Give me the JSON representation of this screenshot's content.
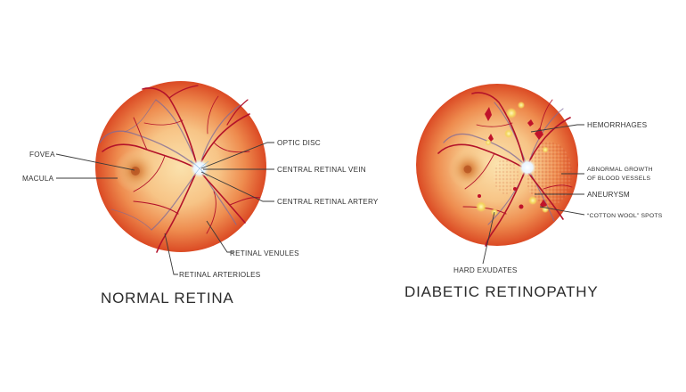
{
  "diagrams": {
    "normal": {
      "title": "NORMAL RETINA",
      "labels": {
        "fovea": "FOVEA",
        "macula": "MACULA",
        "optic_disc": "OPTIC DISC",
        "central_vein": "CENTRAL RETINAL VEIN",
        "central_artery": "CENTRAL RETINAL ARTERY",
        "venules": "RETINAL VENULES",
        "arterioles": "RETINAL ARTERIOLES"
      }
    },
    "diabetic": {
      "title": "DIABETIC RETINOPATHY",
      "labels": {
        "hemorrhages": "HEMORRHAGES",
        "abnormal_growth_1": "ABNORMAL GROWTH",
        "abnormal_growth_2": "OF BLOOD VESSELS",
        "aneurysm": "ANEURYSM",
        "cotton_wool": "“COTTON WOOL” SPOTS",
        "hard_exudates": "HARD EXUDATES"
      }
    }
  },
  "colors": {
    "retina_center": "#f9d9a0",
    "retina_edge": "#e0542a",
    "vessel": "#b3122a",
    "exudate": "#f5e06a"
  }
}
